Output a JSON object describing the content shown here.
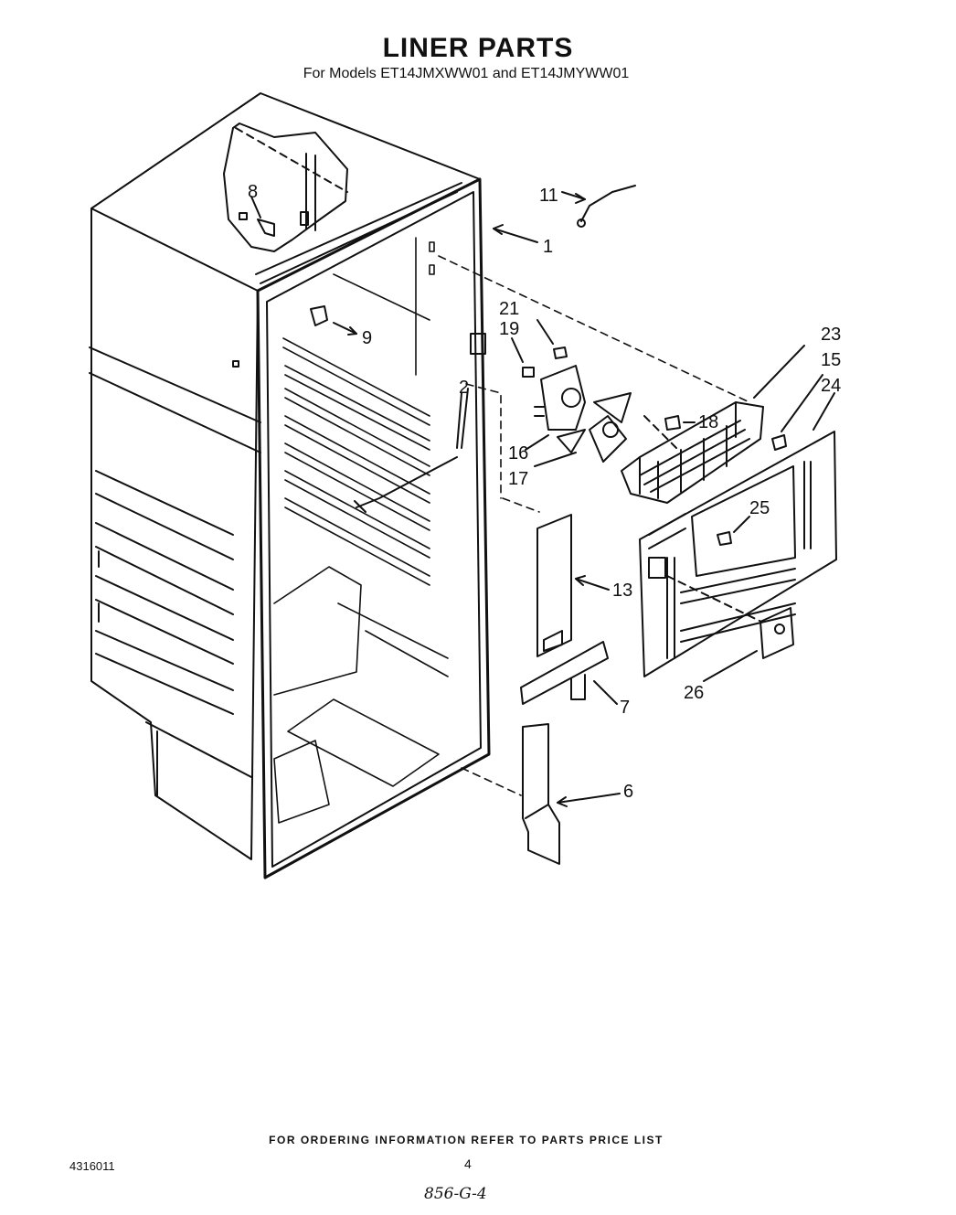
{
  "title": "LINER PARTS",
  "subtitle": "For Models ET14JMXWW01 and ET14JMYWW01",
  "footer": "FOR ORDERING INFORMATION REFER TO PARTS PRICE LIST",
  "document_number": "4316011",
  "page_number": "4",
  "handwritten_note": "856-G-4",
  "callouts": [
    {
      "id": "callout-1",
      "label": "1"
    },
    {
      "id": "callout-2",
      "label": "2"
    },
    {
      "id": "callout-6",
      "label": "6"
    },
    {
      "id": "callout-7",
      "label": "7"
    },
    {
      "id": "callout-8",
      "label": "8"
    },
    {
      "id": "callout-9",
      "label": "9"
    },
    {
      "id": "callout-11",
      "label": "11"
    },
    {
      "id": "callout-13",
      "label": "13"
    },
    {
      "id": "callout-15",
      "label": "15"
    },
    {
      "id": "callout-16",
      "label": "16"
    },
    {
      "id": "callout-17",
      "label": "17"
    },
    {
      "id": "callout-18",
      "label": "18"
    },
    {
      "id": "callout-19",
      "label": "19"
    },
    {
      "id": "callout-21",
      "label": "21"
    },
    {
      "id": "callout-23",
      "label": "23"
    },
    {
      "id": "callout-24",
      "label": "24"
    },
    {
      "id": "callout-25",
      "label": "25"
    },
    {
      "id": "callout-26",
      "label": "26"
    }
  ]
}
